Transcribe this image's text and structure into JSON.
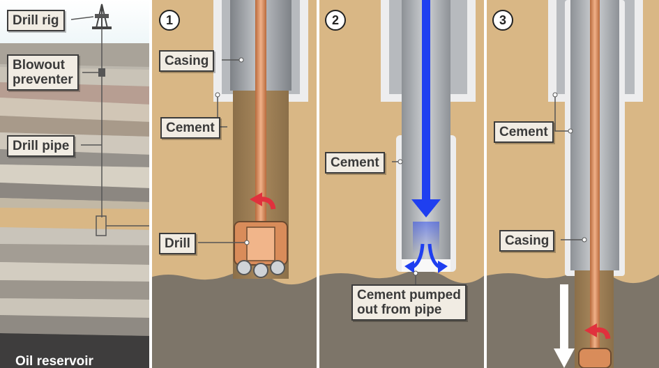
{
  "colors": {
    "sky_top": "#ffffff",
    "sky_bottom": "#77b9c9",
    "soil": "#d9b785",
    "rock": "#7d7569",
    "casing": "#9fa3a8",
    "cement": "#ededee",
    "pipe": "#d98c5a",
    "flow_arrow": "#1f3ff0",
    "rotation_arrow": "#e0313d",
    "panel_divider": "#ffffff"
  },
  "overview": {
    "labels": {
      "drill_rig": "Drill rig",
      "blowout_preventer": "Blowout\npreventer",
      "drill_pipe": "Drill pipe",
      "oil_reservoir": "Oil reservoir"
    }
  },
  "panels": [
    {
      "number": "1",
      "labels": {
        "casing": "Casing",
        "cement": "Cement",
        "drill": "Drill"
      }
    },
    {
      "number": "2",
      "labels": {
        "cement": "Cement",
        "pumped": "Cement pumped\nout from pipe"
      }
    },
    {
      "number": "3",
      "labels": {
        "cement": "Cement",
        "casing": "Casing"
      }
    }
  ]
}
